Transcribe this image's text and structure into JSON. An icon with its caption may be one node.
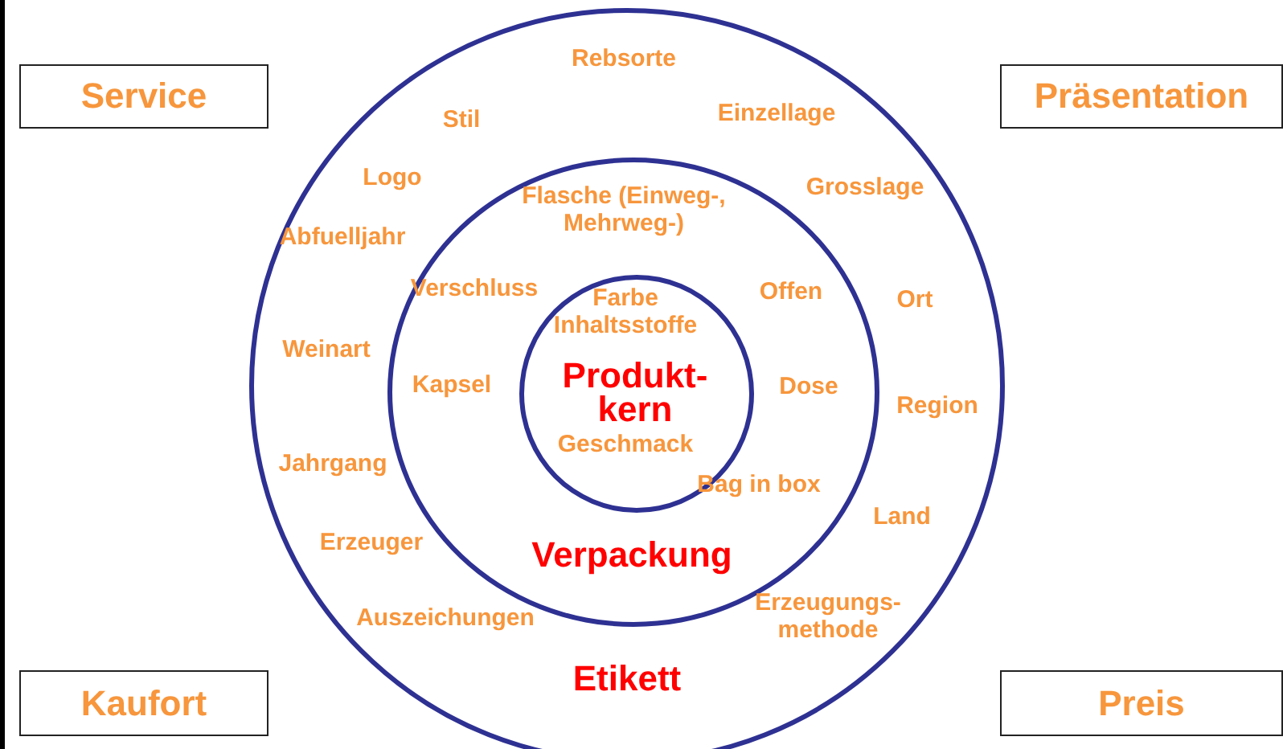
{
  "diagram": {
    "nodes": [
      {
        "text": [
          "Service"
        ]
      },
      {
        "text": [
          "Präsentation"
        ]
      },
      {
        "text": [
          "Etikett"
        ]
      },
      {
        "text": [
          "Verpackung"
        ],
        "in": 2
      },
      {
        "text": [
          "Produkt- kern"
        ],
        "in": 3
      },
      {
        "text": [
          "Kaufort"
        ]
      },
      {
        "text": [
          "Preis"
        ]
      }
    ],
    "edges": [],
    "labels": [
      "Rebsorte",
      "Einzellage",
      "Stil",
      "Logo",
      "Grosslage",
      "Flasche (Einweg-, Mehrweg-)",
      "Abfuelljahr",
      "Verschluss",
      "Offen",
      "Farbe",
      "Ort",
      "Inhaltsstoffe",
      "Weinart",
      "Kapsel",
      "Dose",
      "Region",
      "Geschmack",
      "Jahrgang",
      "Bag in box",
      "Land",
      "Erzeuger",
      "Auszeichungen",
      "Erzeugungs- methode"
    ]
  }
}
